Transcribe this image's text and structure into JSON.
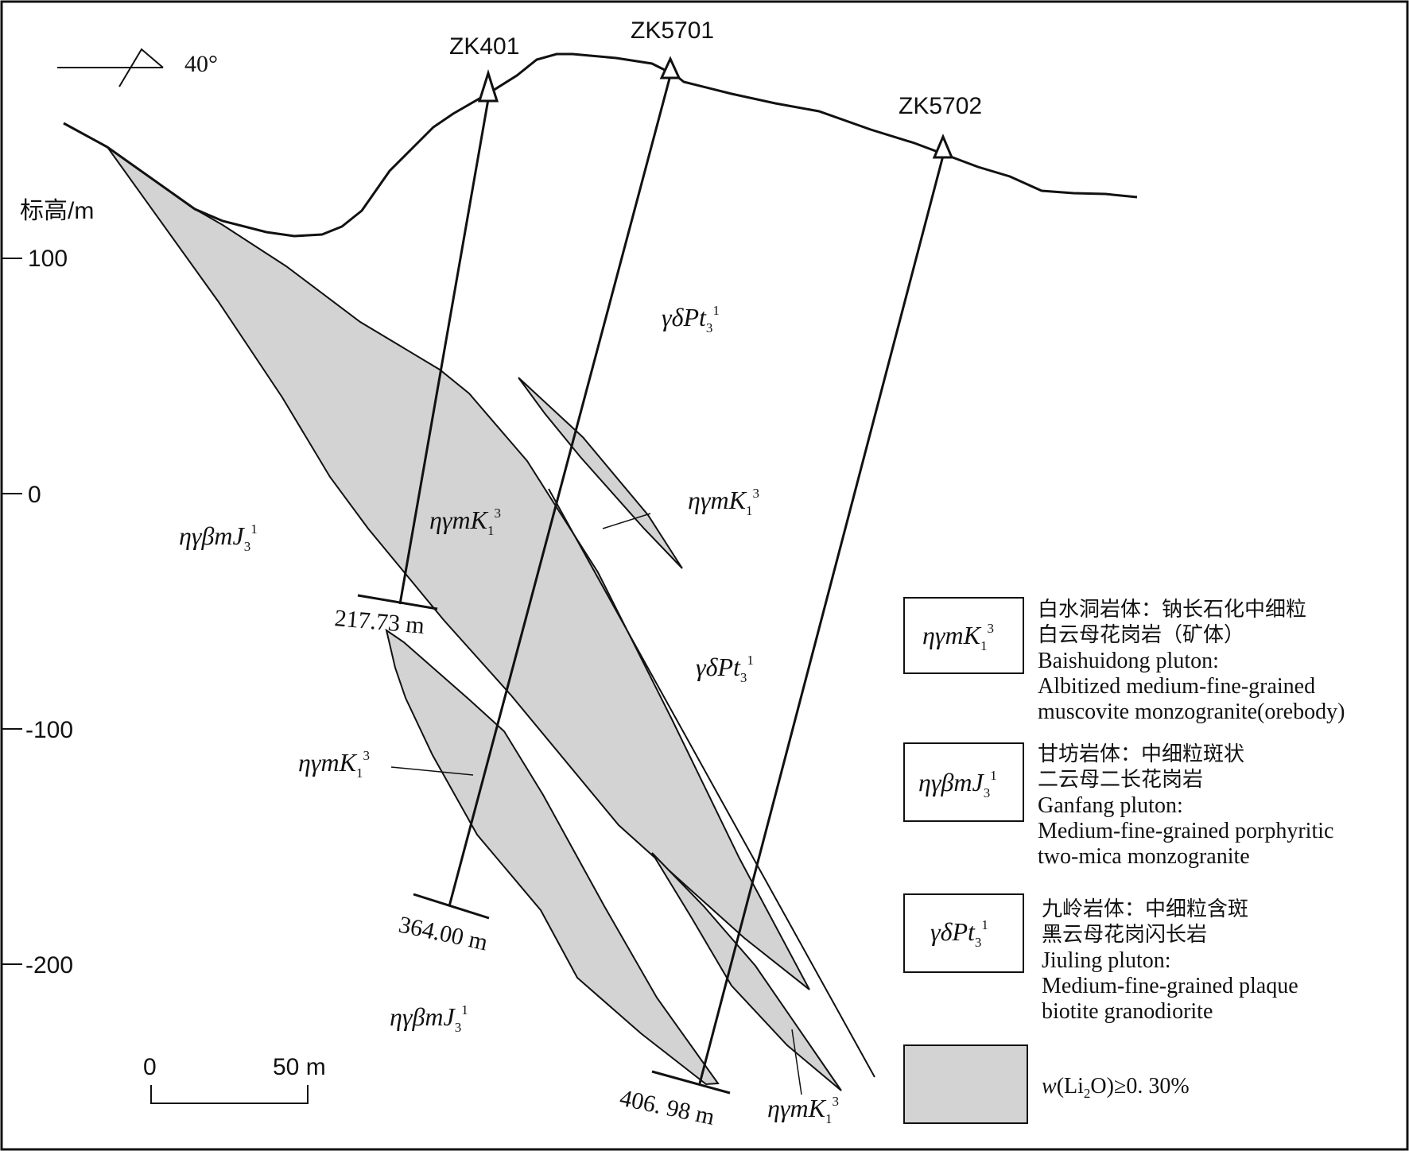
{
  "strike": {
    "text": "40°"
  },
  "boreholes": [
    {
      "name": "ZK401",
      "depth_label": "217.73 m"
    },
    {
      "name": "ZK5701",
      "depth_label": "364.00 m"
    },
    {
      "name": "ZK5702",
      "depth_label": "406. 98 m"
    }
  ],
  "axis": {
    "title": "标高/m",
    "ticks": [
      "100",
      "0",
      "-100",
      "-200"
    ]
  },
  "scale": {
    "start": "0",
    "end": "50 m"
  },
  "units": [
    {
      "symbol": "ηγmK",
      "sub": "1",
      "sup": "3"
    },
    {
      "symbol": "ηγβmJ",
      "sub": "3",
      "sup": "1"
    },
    {
      "symbol": "γδPt",
      "sub": "3",
      "sup": "1"
    }
  ],
  "legend": {
    "items": [
      {
        "cn_lines": [
          "白水洞岩体：钠长石化中细粒",
          "白云母花岗岩（矿体）"
        ],
        "en_lines": [
          "Baishuidong pluton:",
          "Albitized medium-fine-grained",
          "muscovite monzogranite(orebody)"
        ]
      },
      {
        "cn_lines": [
          "甘坊岩体：中细粒斑状",
          "二云母二长花岗岩"
        ],
        "en_lines": [
          "Ganfang pluton:",
          "Medium-fine-grained porphyritic",
          "two-mica monzogranite"
        ]
      },
      {
        "cn_lines": [
          "九岭岩体：中细粒含斑",
          "黑云母花岗闪长岩"
        ],
        "en_lines": [
          "Jiuling pluton:",
          "Medium-fine-grained plaque",
          "biotite granodiorite"
        ]
      }
    ],
    "ore_grade": {
      "prefix": "w",
      "formula_a": "(Li",
      "formula_sub": "2",
      "formula_b": "O)≥0. 30%"
    }
  },
  "colors": {
    "ore_fill": "#d3d3d3",
    "line": "#111111",
    "background": "#ffffff"
  }
}
